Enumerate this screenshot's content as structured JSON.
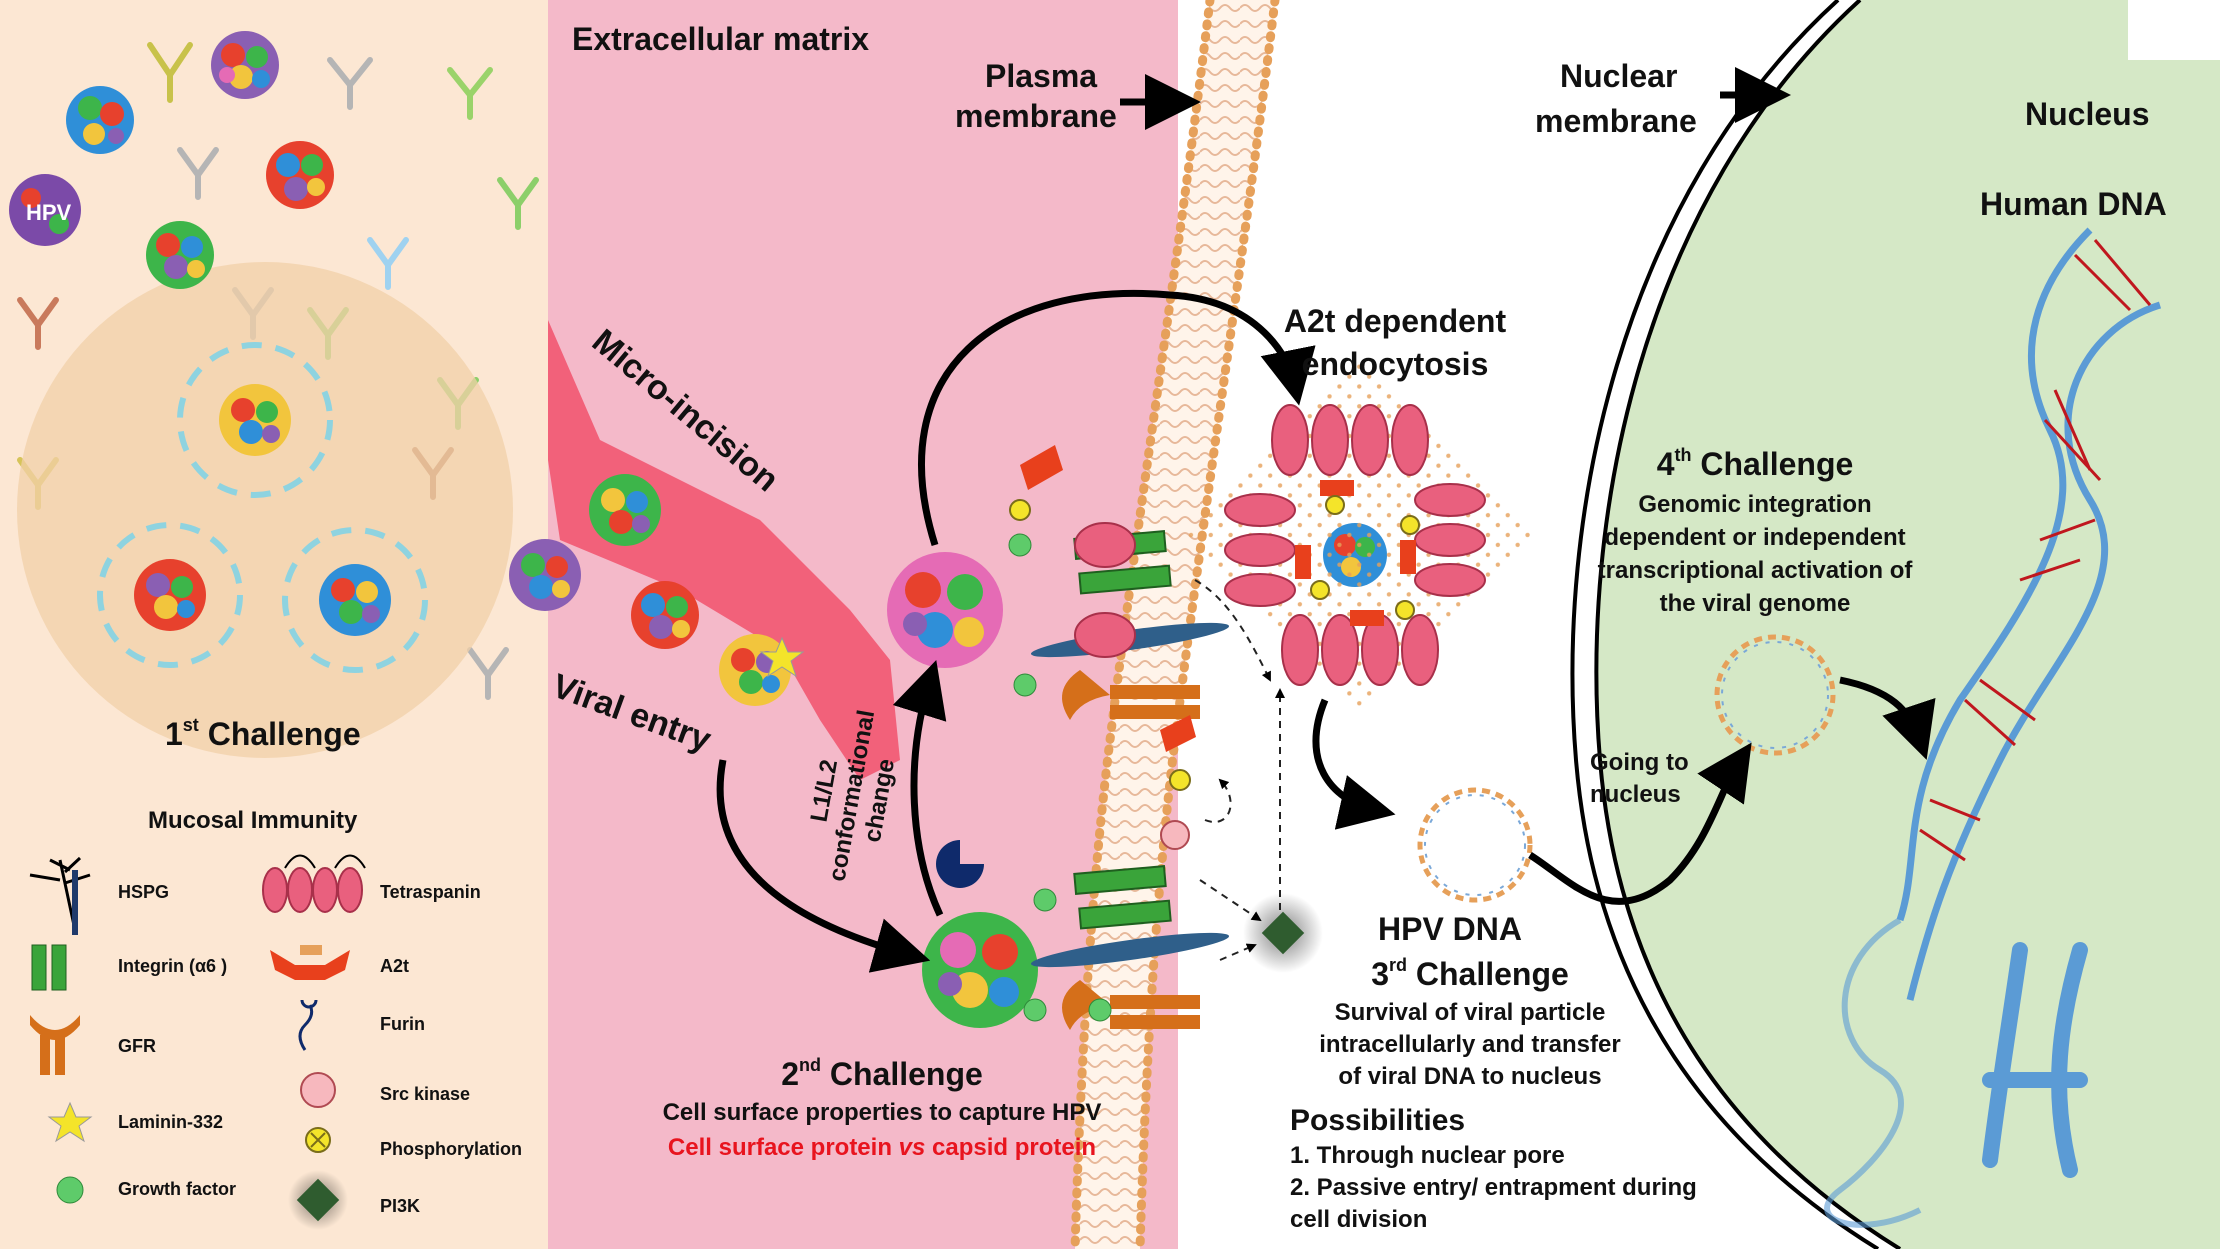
{
  "regions": {
    "extracellular_matrix": "Extracellular matrix",
    "plasma_membrane_line1": "Plasma",
    "plasma_membrane_line2": "membrane",
    "nuclear_membrane_line1": "Nuclear",
    "nuclear_membrane_line2": "membrane",
    "nucleus": "Nucleus",
    "human_dna": "Human DNA"
  },
  "labels": {
    "hpv": "HPV",
    "micro_incision": "Micro-incision",
    "viral_entry": "Viral entry",
    "conformational_line1": "L1/L2",
    "conformational_line2": "conformational",
    "conformational_line3": "change",
    "a2t_line1": "A2t dependent",
    "a2t_line2": "endocytosis",
    "going_line1": "Going to",
    "going_line2": "nucleus",
    "hpv_dna": "HPV DNA"
  },
  "challenges": {
    "first": {
      "num": "1",
      "sup": "st",
      "title": " Challenge"
    },
    "second": {
      "num": "2",
      "sup": "nd",
      "title": " Challenge",
      "desc": "Cell surface properties to capture HPV",
      "red_part1": "Cell surface protein ",
      "red_italic": "vs",
      "red_part2": " capsid protein"
    },
    "third": {
      "num": "3",
      "sup": "rd",
      "title": " Challenge",
      "desc_line1": "Survival of viral particle",
      "desc_line2": "intracellularly and transfer",
      "desc_line3": "of viral DNA to nucleus",
      "possibilities_title": "Possibilities",
      "possibility1": "1. Through nuclear pore",
      "possibility2": "2. Passive entry/ entrapment during",
      "possibility2b": "cell division"
    },
    "fourth": {
      "num": "4",
      "sup": "th",
      "title": " Challenge",
      "desc_line1": "Genomic integration",
      "desc_line2": "dependent or independent",
      "desc_line3": "transcriptional activation of",
      "desc_line4": "the viral genome"
    }
  },
  "legend": {
    "title": "Mucosal Immunity",
    "items": [
      "HSPG",
      "Integrin (α6 )",
      "GFR",
      "Laminin-332",
      "Growth factor",
      "Tetraspanin",
      "A2t",
      "Furin",
      "Src kinase",
      "Phosphorylation",
      "PI3K"
    ]
  },
  "colors": {
    "mucosa_bg": "#fce7d3",
    "ecm_bg": "#f4b9c9",
    "nucleus_bg": "#d5e8c6",
    "micro_incision": "#f2617a",
    "integrin": "#3aa43a",
    "gfr": "#d56f1a",
    "tetraspanin": "#e9607e",
    "a2t": "#e8401c",
    "pi3k": "#2f5c2f",
    "dna_backbone": "#5b9bd5",
    "dna_rungs": "#c0171e",
    "challenge_red": "#e8141e"
  }
}
